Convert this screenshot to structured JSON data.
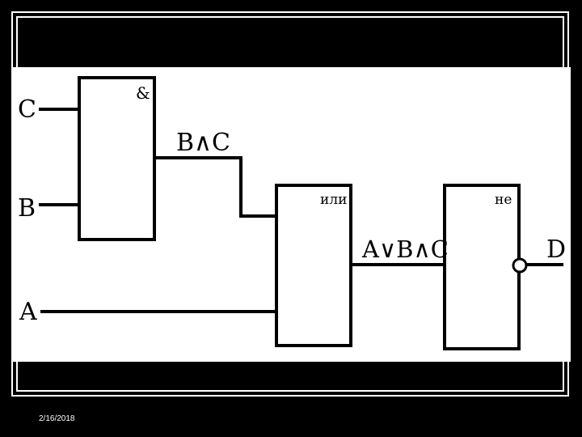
{
  "slide": {
    "date": "2/16/2018"
  },
  "diagram": {
    "inputs": {
      "c": "C",
      "b": "B",
      "a": "A"
    },
    "output": "D",
    "gates": {
      "and": {
        "symbol": "&",
        "output_label": "B∧C"
      },
      "or": {
        "symbol": "или",
        "output_label": "A∨B∧C"
      },
      "not": {
        "symbol": "не"
      }
    }
  }
}
